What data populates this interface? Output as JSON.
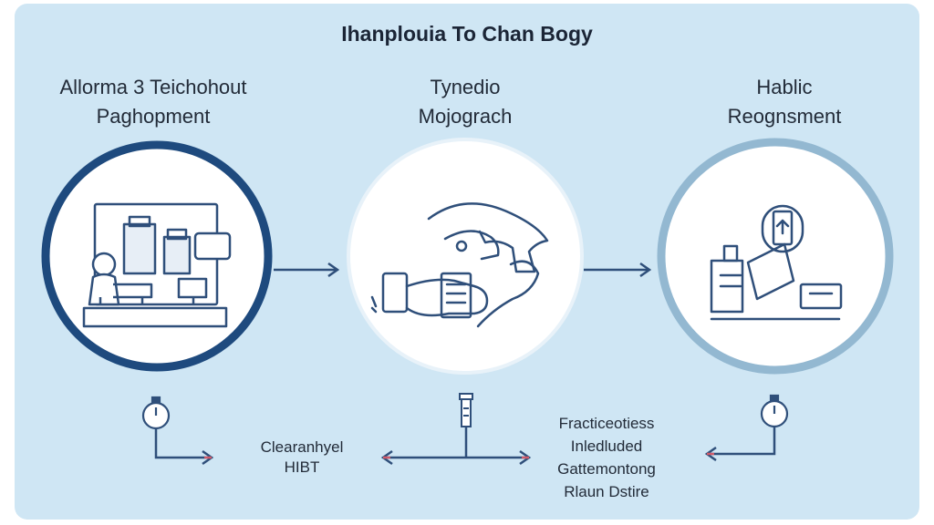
{
  "title": "Ihanplouia To Chan Bogy",
  "stages": [
    {
      "line1": "Allorma 3 Teichohout",
      "line2": "Paghopment",
      "icon": "lab-equipment-icon"
    },
    {
      "line1": "Tynedio",
      "line2": "Mojograch",
      "icon": "hand-device-icon"
    },
    {
      "line1": "Hablic",
      "line2": "Reognsment",
      "icon": "tablet-kiosk-icon"
    }
  ],
  "outcomes": [
    {
      "line1": "Clearanhyel",
      "line2": "HIBT"
    },
    {
      "line1": "Fracticeotiess",
      "line2": "Inledluded",
      "line3": "Gattemontong",
      "line4": "Rlaun Dstire"
    }
  ],
  "colors": {
    "panel": "#cfe6f4",
    "ring_dark": "#1e4a7e",
    "ring_light": "#93b8d1",
    "arrow": "#2f4f7a",
    "arrow_tip": "#d05a6a"
  }
}
